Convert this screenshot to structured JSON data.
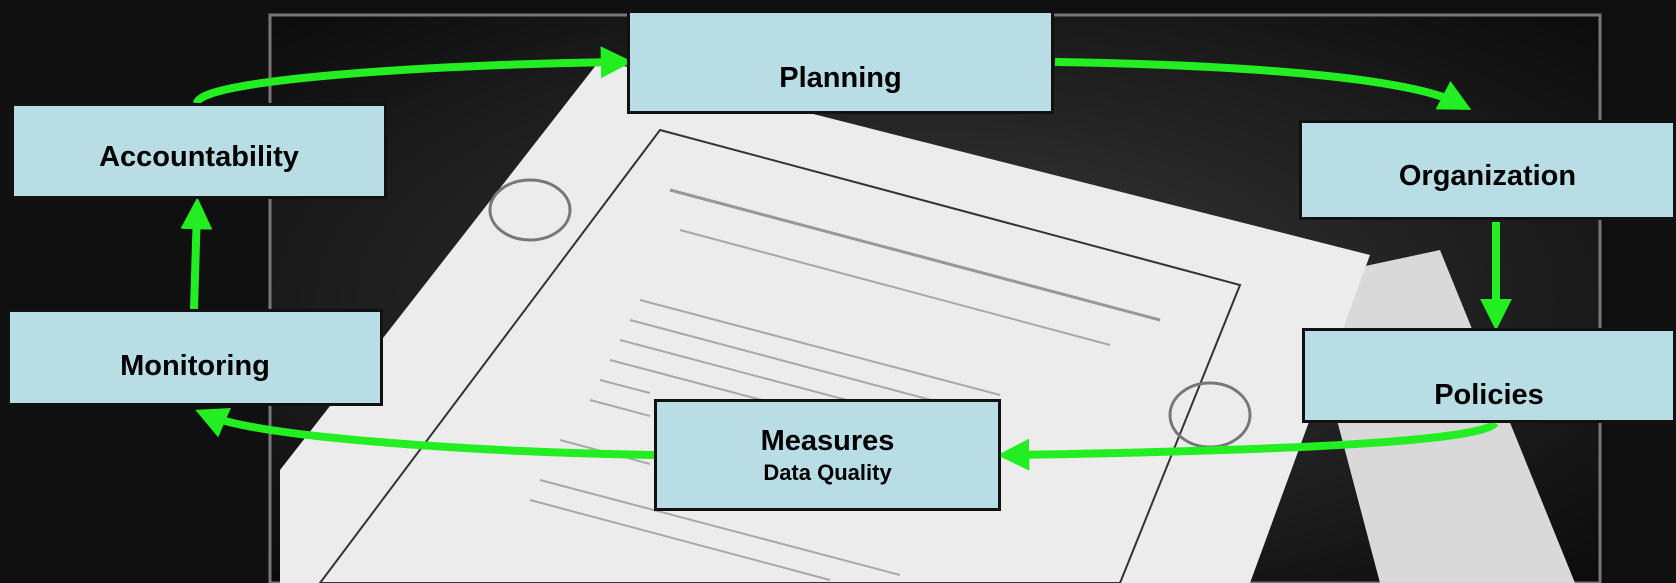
{
  "nodes": {
    "planning": "Planning",
    "organization": "Organization",
    "policies": "Policies",
    "measures": "Measures",
    "measures_sub": "Data Quality",
    "monitoring": "Monitoring",
    "accountability": "Accountability"
  },
  "colors": {
    "box_fill": "#b9dde4",
    "arrow": "#22ee22",
    "background": "#151515",
    "paper": "#ececec"
  }
}
